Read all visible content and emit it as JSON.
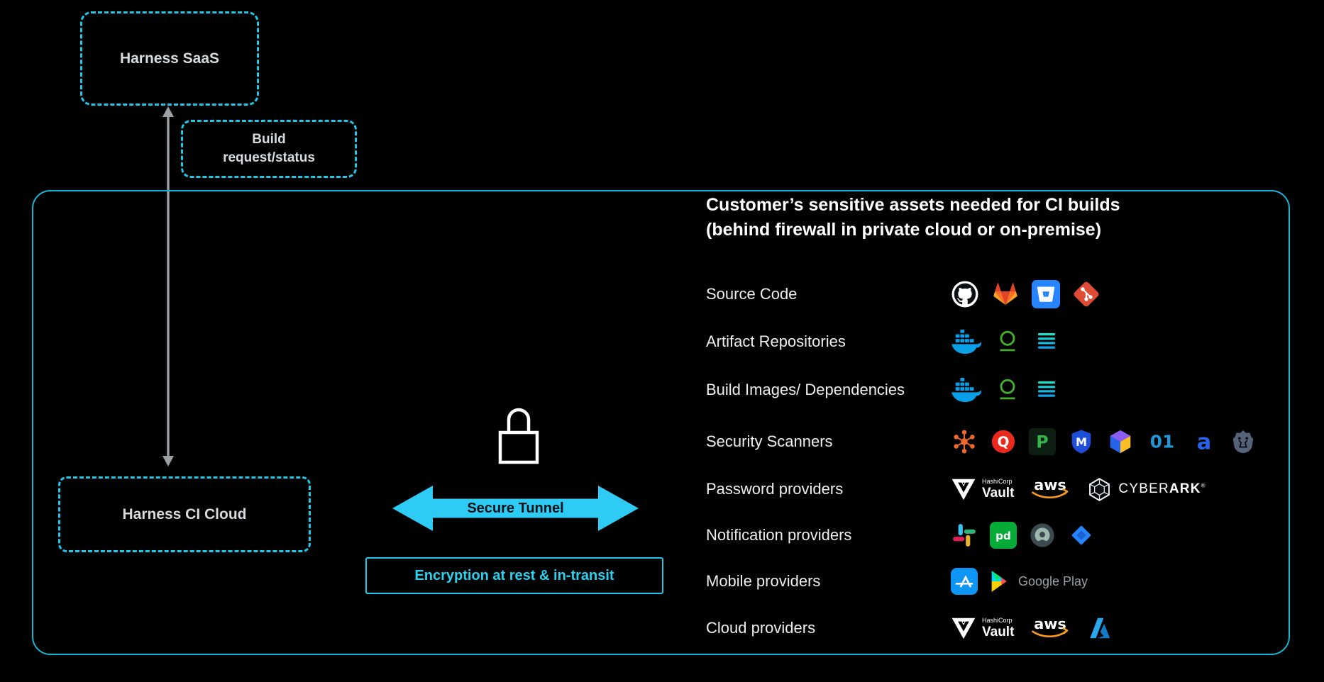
{
  "colors": {
    "accent": "#1fc8e6",
    "tunnel": "#2ecbf4",
    "arrow_gray": "#9aa0a3",
    "background": "#000000"
  },
  "nodes": {
    "harness_saas": "Harness SaaS",
    "build_request_line1": "Build",
    "build_request_line2": "request/status",
    "harness_ci_cloud": "Harness CI Cloud",
    "secure_tunnel": "Secure Tunnel",
    "encryption": "Encryption at rest & in-transit"
  },
  "assets": {
    "title_line1": "Customer’s sensitive assets needed for CI builds",
    "title_line2": "(behind firewall in private cloud or on-premise)",
    "rows": [
      {
        "label": "Source Code",
        "icons": [
          "github",
          "gitlab",
          "bitbucket",
          "git"
        ]
      },
      {
        "label": "Artifact Repositories",
        "icons": [
          "docker",
          "sonatype-nexus",
          "artifactory"
        ]
      },
      {
        "label": "Build Images/ Dependencies",
        "icons": [
          "docker",
          "sonatype-nexus",
          "artifactory"
        ]
      },
      {
        "label": "Security Scanners",
        "icons": [
          "checkmarx",
          "qualys",
          "prisma-cloud",
          "mend",
          "veracode",
          "scanner-01",
          "aqua",
          "snyk"
        ]
      },
      {
        "label": "Password providers",
        "icons": [
          "hashicorp-vault",
          "aws",
          "cyberark"
        ]
      },
      {
        "label": "Notification providers",
        "icons": [
          "slack",
          "pagerduty",
          "servicenow",
          "jira"
        ]
      },
      {
        "label": "Mobile providers",
        "icons": [
          "app-store",
          "google-play"
        ]
      },
      {
        "label": "Cloud providers",
        "icons": [
          "hashicorp-vault",
          "aws",
          "azure"
        ]
      }
    ]
  },
  "brands": {
    "hashicorp": "HashiCorp",
    "vault": "Vault",
    "aws": "aws",
    "cyberark_light": "CYBER",
    "cyberark_bold": "ARK",
    "reg": "®",
    "google_play": "Google Play"
  }
}
